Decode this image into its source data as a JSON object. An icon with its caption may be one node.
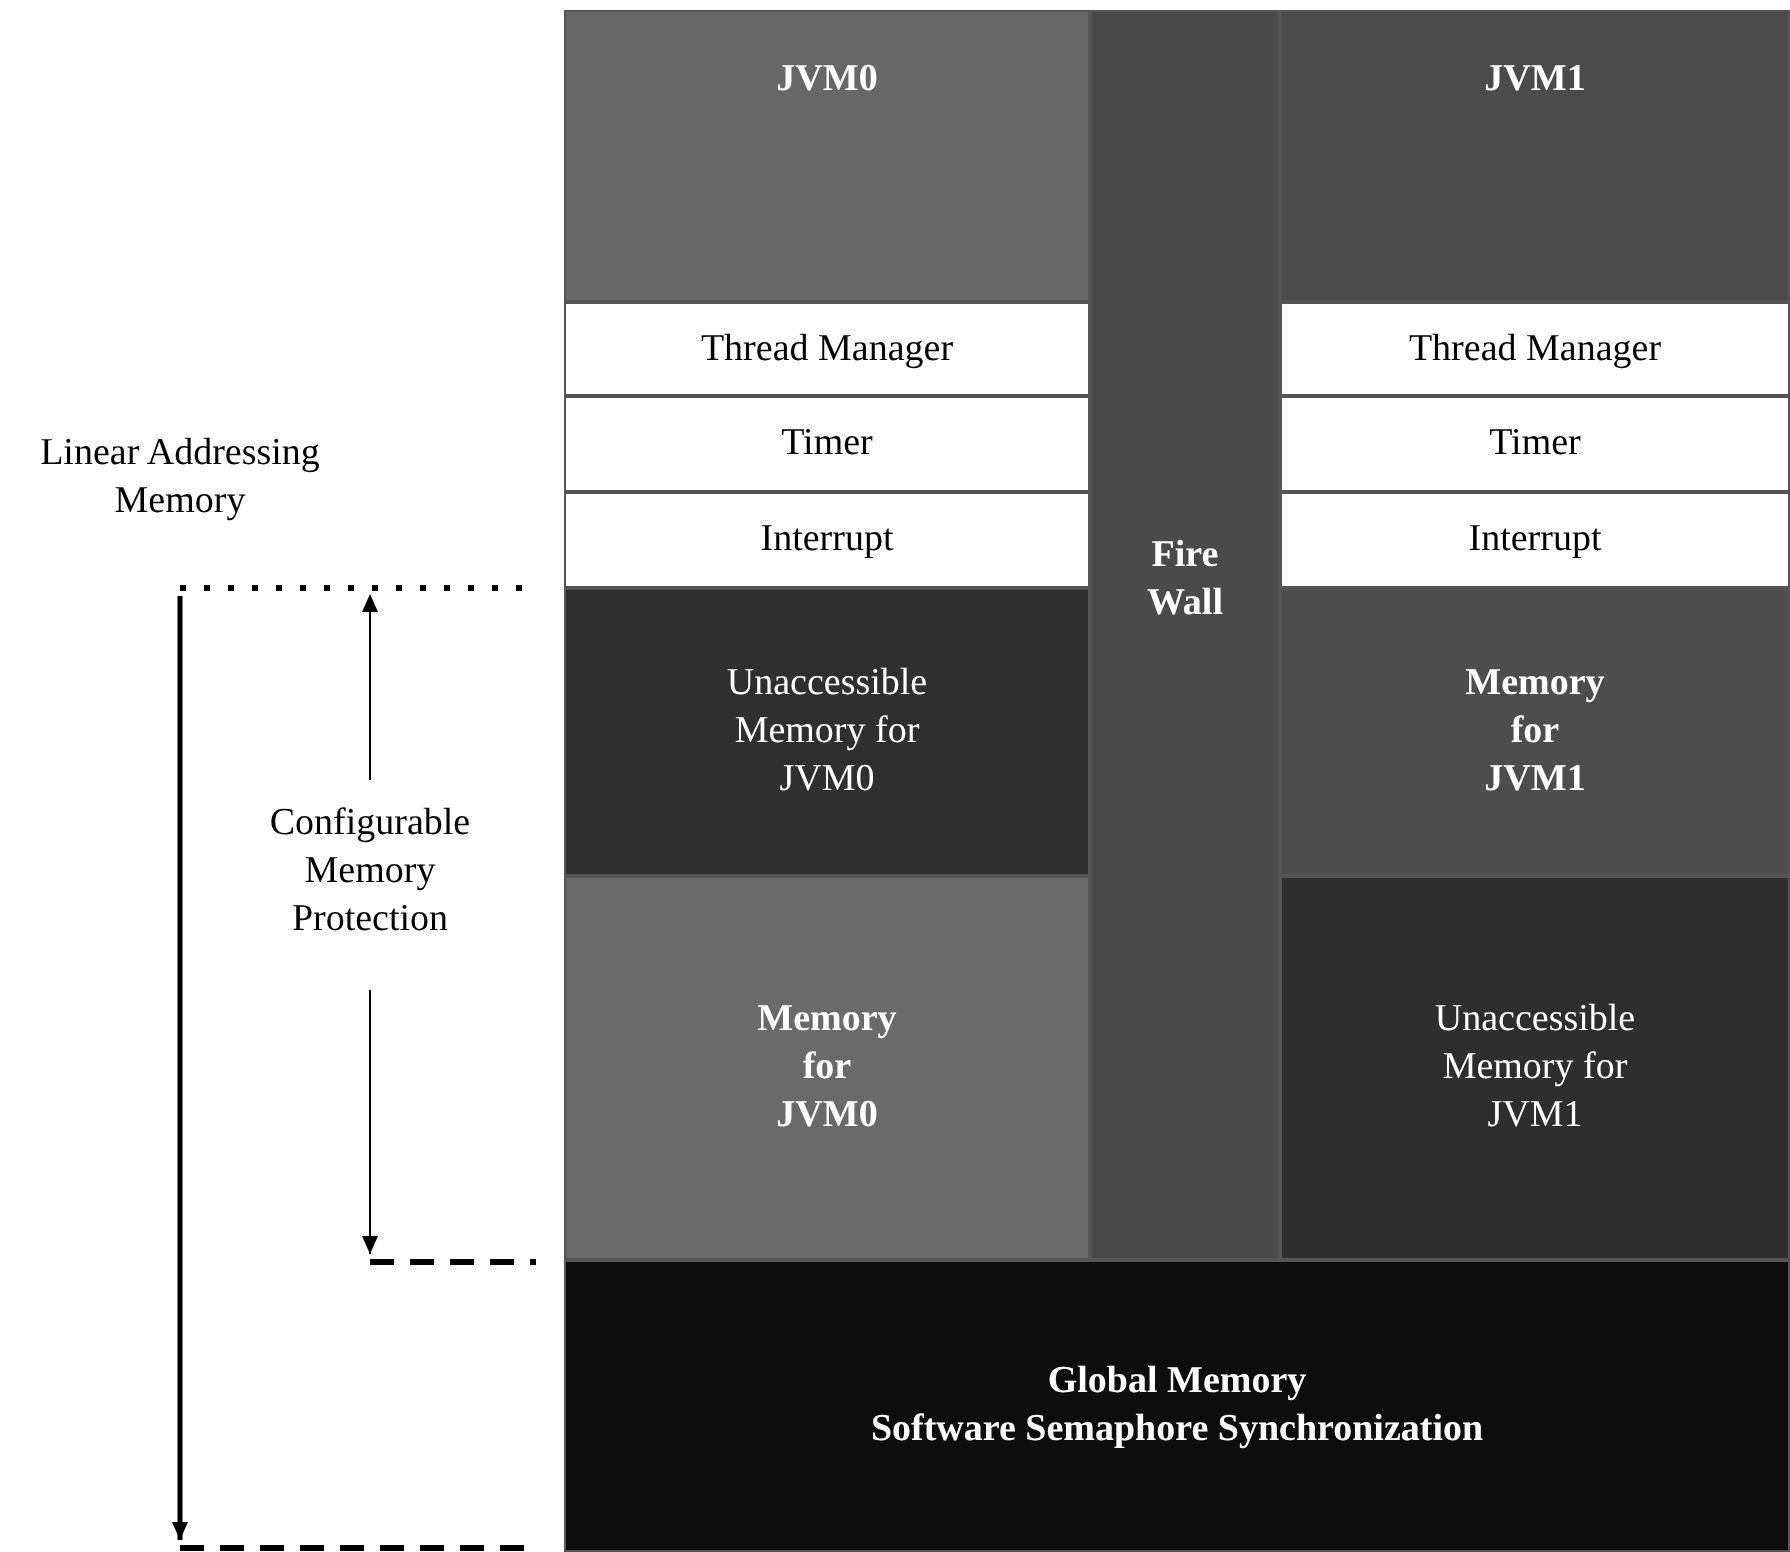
{
  "diagram": {
    "nodes": [
      {
        "text": [
          "JVM0"
        ]
      },
      {
        "text": [
          "Thread Manager"
        ]
      },
      {
        "text": [
          "Timer"
        ]
      },
      {
        "text": [
          "Interrupt"
        ]
      },
      {
        "text": [
          "Unaccessible Memory for JVM0"
        ]
      },
      {
        "text": [
          "Memory for JVM0"
        ]
      },
      {
        "text": [
          "Fire Wall"
        ]
      },
      {
        "text": [
          "JVM1"
        ]
      },
      {
        "text": [
          "Thread Manager"
        ]
      },
      {
        "text": [
          "Timer"
        ]
      },
      {
        "text": [
          "Interrupt"
        ]
      },
      {
        "text": [
          "Memory for JVM1"
        ]
      },
      {
        "text": [
          "Unaccessible Memory for JVM1"
        ]
      },
      {
        "text": [
          "Global Memory",
          "Software Semaphore Synchronization"
        ]
      }
    ],
    "labels": [
      "Linear Addressing Memory",
      "Configurable Memory Protection"
    ]
  }
}
